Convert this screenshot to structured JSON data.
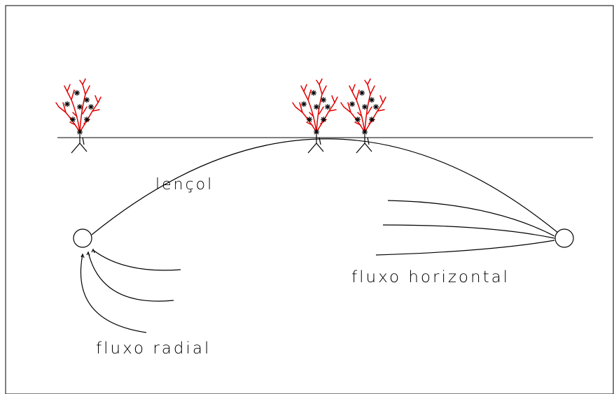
{
  "labels": {
    "water_table": "lençol",
    "horizontal_flow": "fluxo horizontal",
    "radial_flow": "fluxo radial"
  },
  "colors": {
    "plant": "#e00000",
    "line": "#000000",
    "background": "#ffffff"
  },
  "icons": {
    "plant": "shrub-icon",
    "well": "well-circle-icon"
  }
}
